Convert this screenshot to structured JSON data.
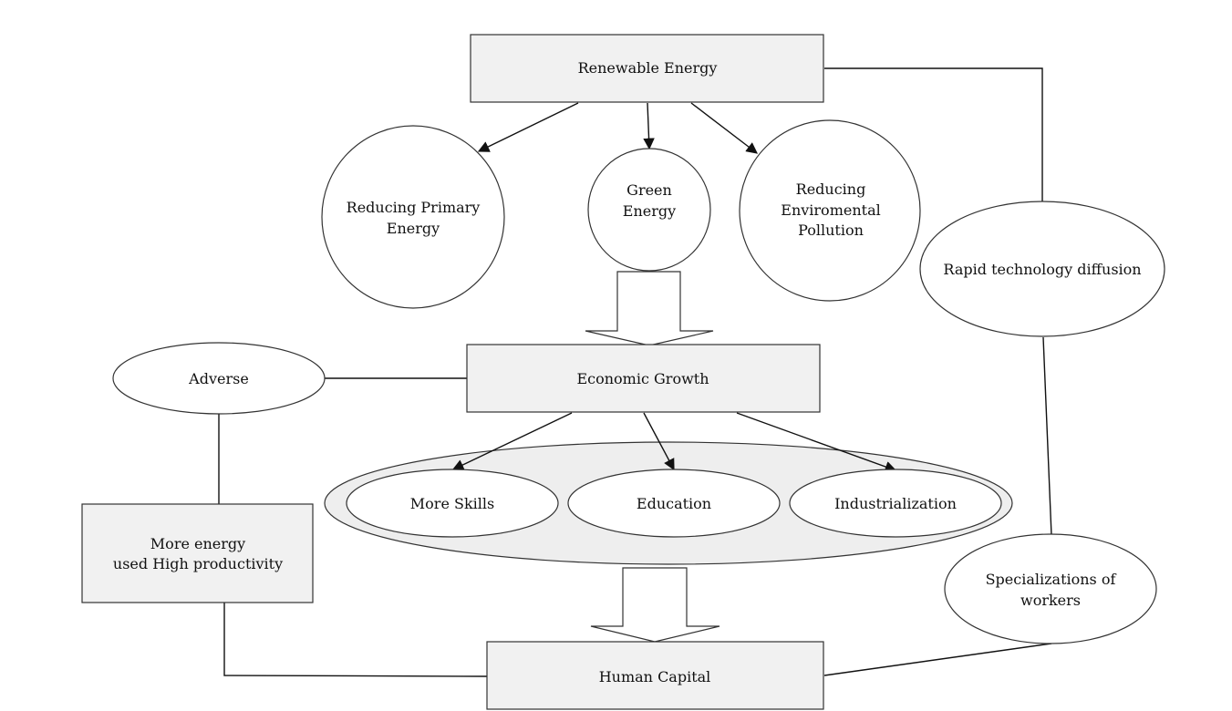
{
  "nodes": {
    "renewable_energy": "Renewable Energy",
    "reducing_primary_energy": [
      "Reducing Primary",
      "Energy"
    ],
    "green_energy": [
      "Green",
      "Energy"
    ],
    "reducing_environmental_pollution": [
      "Reducing",
      "Enviromental",
      "Pollution"
    ],
    "rapid_technology_diffusion": "Rapid technology diffusion",
    "economic_growth": "Economic Growth",
    "adverse": "Adverse",
    "more_skills": "More Skills",
    "education": "Education",
    "industrialization": "Industrialization",
    "more_energy": [
      "More energy",
      "used High productivity"
    ],
    "specializations_of_workers": [
      "Specializations of",
      "workers"
    ],
    "human_capital": "Human Capital"
  },
  "colors": {
    "box_fill": "#f1f1f1",
    "stroke": "#333333",
    "text": "#111111"
  }
}
